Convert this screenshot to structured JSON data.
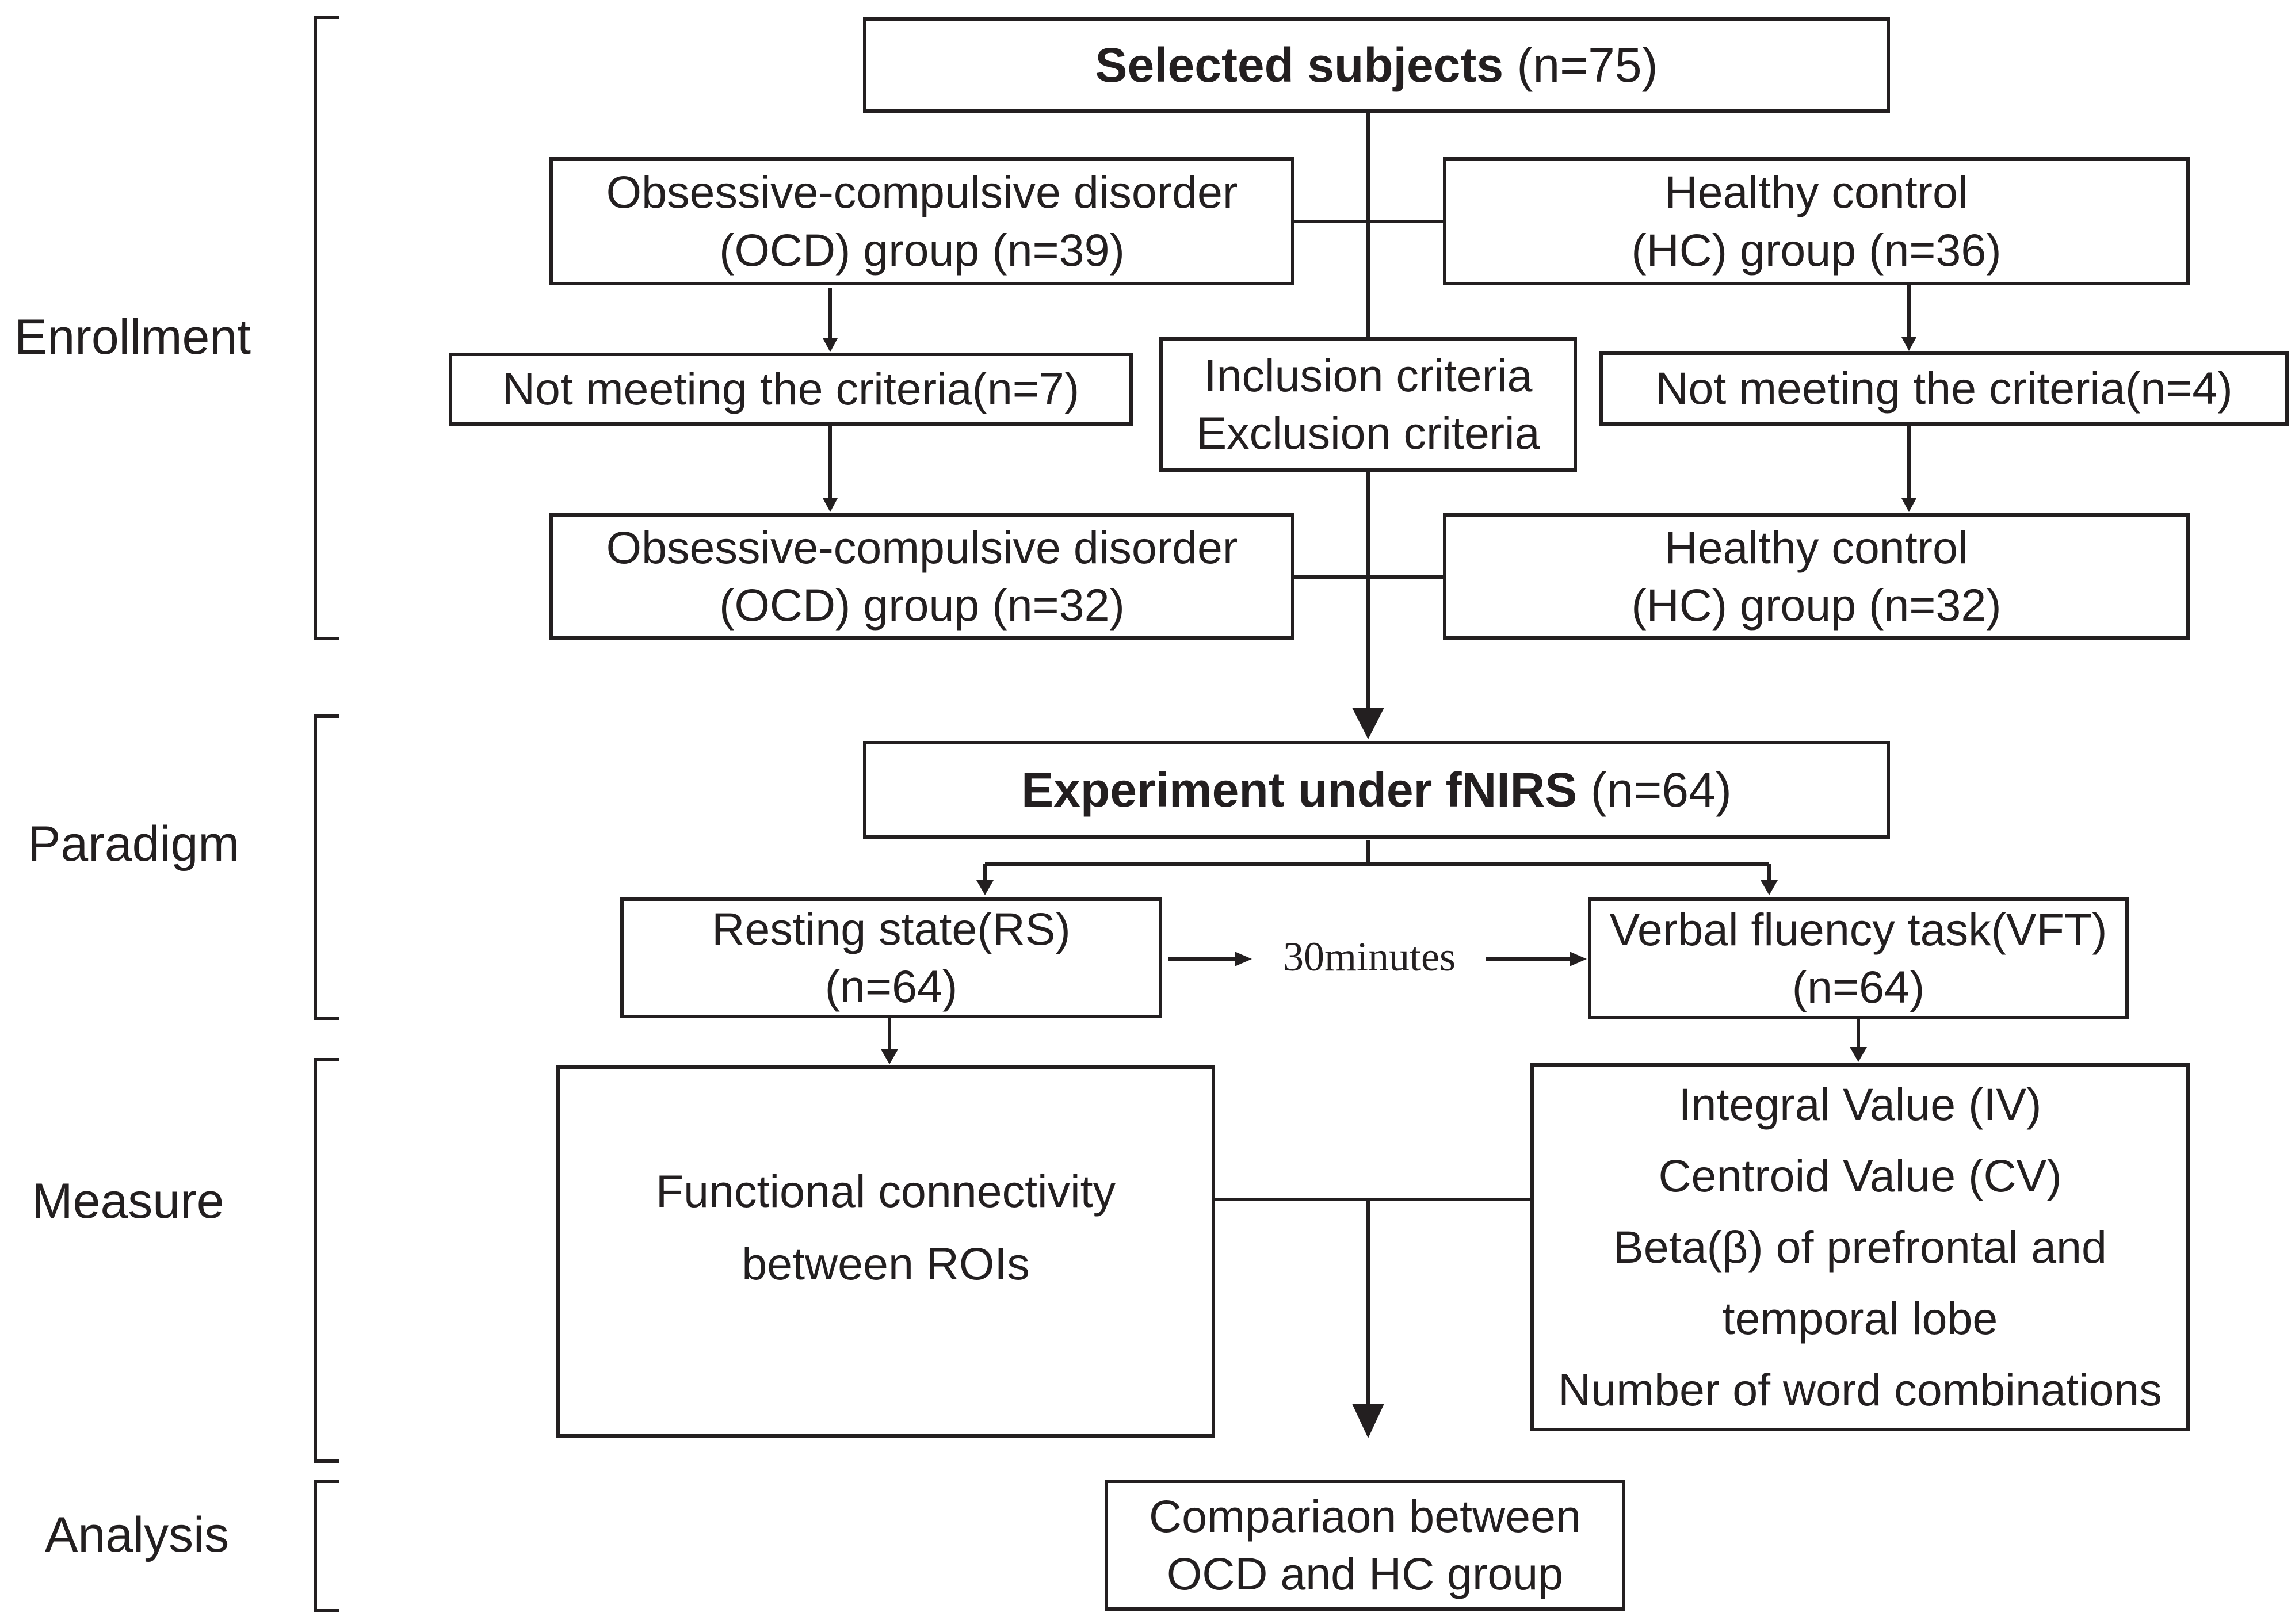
{
  "stages": {
    "enrollment": "Enrollment",
    "paradigm": "Paradigm",
    "measure": "Measure",
    "analysis": "Analysis"
  },
  "enrollment": {
    "selected_title": "Selected subjects",
    "selected_count": "(n=75)",
    "ocd_group": {
      "line1": "Obsessive-compulsive disorder",
      "line2": "(OCD) group (n=39)"
    },
    "hc_group": {
      "line1": "Healthy control",
      "line2": "(HC) group (n=36)"
    },
    "ocd_excluded": "Not meeting the criteria(n=7)",
    "hc_excluded": "Not meeting the criteria(n=4)",
    "criteria": {
      "line1": "Inclusion criteria",
      "line2": "Exclusion criteria"
    },
    "ocd_final": {
      "line1": "Obsessive-compulsive disorder",
      "line2": "(OCD) group (n=32)"
    },
    "hc_final": {
      "line1": "Healthy control",
      "line2": "(HC) group (n=32)"
    }
  },
  "paradigm": {
    "experiment_title": "Experiment under fNIRS",
    "experiment_count": "(n=64)",
    "resting": {
      "line1": "Resting state(RS)",
      "line2": "(n=64)"
    },
    "interval": "30minutes",
    "vft": {
      "line1": "Verbal fluency task(VFT)",
      "line2": "(n=64)"
    }
  },
  "measure": {
    "fc": {
      "line1": "Functional connectivity",
      "line2": "between ROIs"
    },
    "vft_measures": [
      "Integral Value (IV)",
      "Centroid Value (CV)",
      "Beta(β) of prefrontal and",
      "temporal lobe",
      "Number of word combinations"
    ]
  },
  "analysis": {
    "comparison": {
      "line1": "Compariaon between",
      "line2": "OCD and HC group"
    }
  },
  "colors": {
    "ink": "#231f20",
    "background": "#ffffff"
  }
}
